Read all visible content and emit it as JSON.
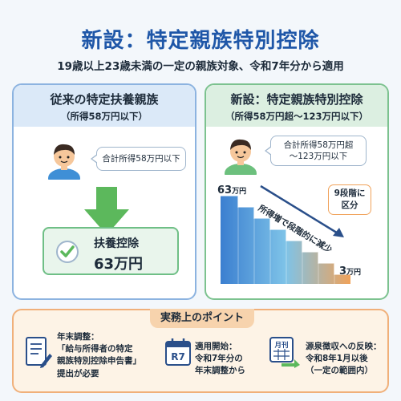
{
  "header": {
    "title": "新設：特定親族特別控除",
    "subtitle": "19歳以上23歳未満の一定の親族対象、令和7年分から適用"
  },
  "left_panel": {
    "title": "従来の特定扶養親族",
    "subtitle": "（所得58万円以下）",
    "bubble": "合計所得58万円以下",
    "result_label": "扶養控除",
    "result_value": "63万円"
  },
  "right_panel": {
    "title": "新設：特定親族特別控除",
    "subtitle": "（所得58万円超〜123万円以下）",
    "bubble_line1": "合計所得58万円超",
    "bubble_line2": "〜123万円以下",
    "top_amount": "63",
    "top_unit": "万円",
    "bottom_amount": "3",
    "bottom_unit": "万円",
    "arrow_text": "所得増で段階的に減少",
    "steps_line1": "9段階に",
    "steps_line2": "区分"
  },
  "points": {
    "title": "実務上のポイント",
    "items": [
      {
        "line1": "年末調整：",
        "line2": "「給与所得者の特定",
        "line3": "親族特別控除申告書」",
        "line4": "提出が必要"
      },
      {
        "icon_text": "R7",
        "line1": "適用開始：",
        "line2": "令和7年分の",
        "line3": "年末調整から"
      },
      {
        "icon_text": "月刊",
        "line1": "源泉徴収への反映：",
        "line2": "令和8年1月以後",
        "line3": "（一定の範囲内）"
      }
    ]
  },
  "colors": {
    "title": "#1f57a8",
    "left_border": "#8cb3e0",
    "right_border": "#7cc28f",
    "arrow_green": "#5cb85c",
    "bottom_border": "#f0b07a"
  },
  "icons": {
    "person": "person-icon",
    "arrow": "down-arrow-icon",
    "check": "check-circle-icon",
    "document": "document-pen-icon",
    "calendar": "calendar-icon",
    "payslip": "calendar-arrow-icon"
  }
}
